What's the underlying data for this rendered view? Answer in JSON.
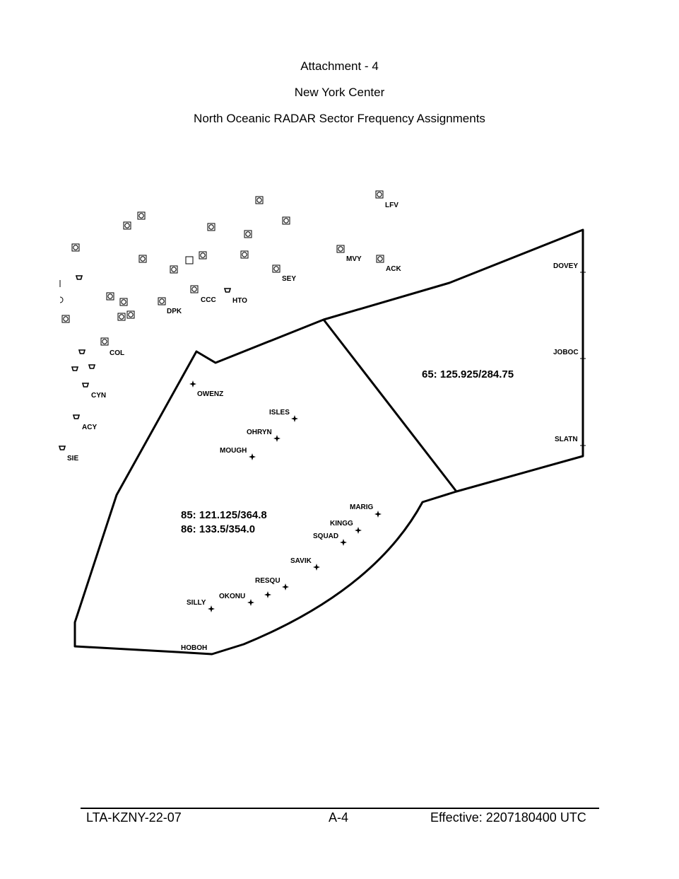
{
  "header": {
    "attachment": "Attachment - 4",
    "center": "New York Center",
    "title": "North Oceanic RADAR Sector Frequency Assignments"
  },
  "sectors": {
    "s65": "65: 125.925/284.75",
    "s85": "85: 121.125/364.8",
    "s86": "86: 133.5/354.0"
  },
  "fixes": {
    "owenz": "OWENZ",
    "isles": "ISLES",
    "ohryn": "OHRYN",
    "mough": "MOUGH",
    "marig": "MARIG",
    "kingg": "KINGG",
    "squad": "SQUAD",
    "savik": "SAVIK",
    "resqu": "RESQU",
    "okonu": "OKONU",
    "silly": "SILLY",
    "hoboh": "HOBOH",
    "dovey": "DOVEY",
    "joboc": "JOBOC",
    "slatn": "SLATN"
  },
  "navaids": {
    "lfv": "LFV",
    "mvy": "MVY",
    "ack": "ACK",
    "sey": "SEY",
    "ccc": "CCC",
    "hto": "HTO",
    "dpk": "DPK",
    "col": "COL",
    "cyn": "CYN",
    "acy": "ACY",
    "sie": "SIE"
  },
  "footer": {
    "doc_id": "LTA-KZNY-22-07",
    "page": "A-4",
    "effective": "Effective: 2207180400 UTC"
  },
  "colors": {
    "ink": "#000000",
    "paper": "#ffffff"
  }
}
